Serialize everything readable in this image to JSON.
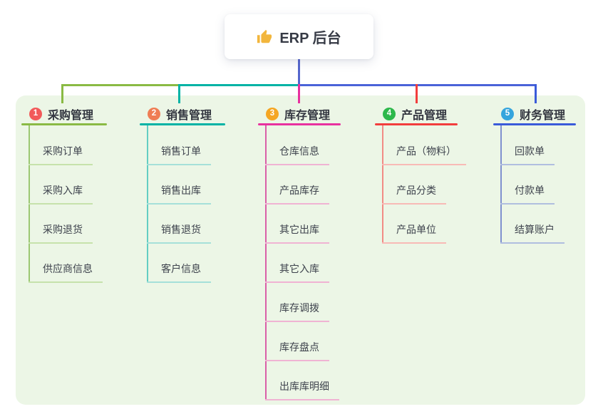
{
  "root": {
    "title": "ERP 后台",
    "icon": "thumbs-up-icon"
  },
  "icon_color": "#f2b63d",
  "connectors": {
    "root_drop_color": "#5566cd",
    "bus_segments": [
      {
        "name": "left",
        "color": "#8aba44"
      },
      {
        "name": "middle",
        "color": "#00b3a5"
      },
      {
        "name": "right",
        "color": "#4a63d8"
      }
    ]
  },
  "branches": [
    {
      "num": "1",
      "label": "采购管理",
      "badge_color": "#f25a5a",
      "colors": {
        "line": "#8aba44",
        "mid": "#9cc872",
        "light": "#c6e2ab"
      },
      "children": [
        "采购订单",
        "采购入库",
        "采购退货",
        "供应商信息"
      ]
    },
    {
      "num": "2",
      "label": "销售管理",
      "badge_color": "#ef7d54",
      "colors": {
        "line": "#00b3a5",
        "mid": "#63cec3",
        "light": "#a5e0d9"
      },
      "children": [
        "销售订单",
        "销售出库",
        "销售退货",
        "客户信息"
      ]
    },
    {
      "num": "3",
      "label": "库存管理",
      "badge_color": "#f5a623",
      "colors": {
        "line": "#e8319f",
        "mid": "#d95fa8",
        "light": "#f0b3d3"
      },
      "children": [
        "仓库信息",
        "产品库存",
        "其它出库",
        "其它入库",
        "库存调拨",
        "库存盘点",
        "出库库明细"
      ]
    },
    {
      "num": "4",
      "label": "产品管理",
      "badge_color": "#2db84b",
      "colors": {
        "line": "#f23d3d",
        "mid": "#f28b85",
        "light": "#f8bab6"
      },
      "children": [
        "产品（物料）",
        "产品分类",
        "产品单位"
      ]
    },
    {
      "num": "5",
      "label": "财务管理",
      "badge_color": "#35a5dd",
      "colors": {
        "line": "#3a5bd9",
        "mid": "#8091cf",
        "light": "#b0bedf"
      },
      "children": [
        "回款单",
        "付款单",
        "结算账户"
      ]
    }
  ]
}
